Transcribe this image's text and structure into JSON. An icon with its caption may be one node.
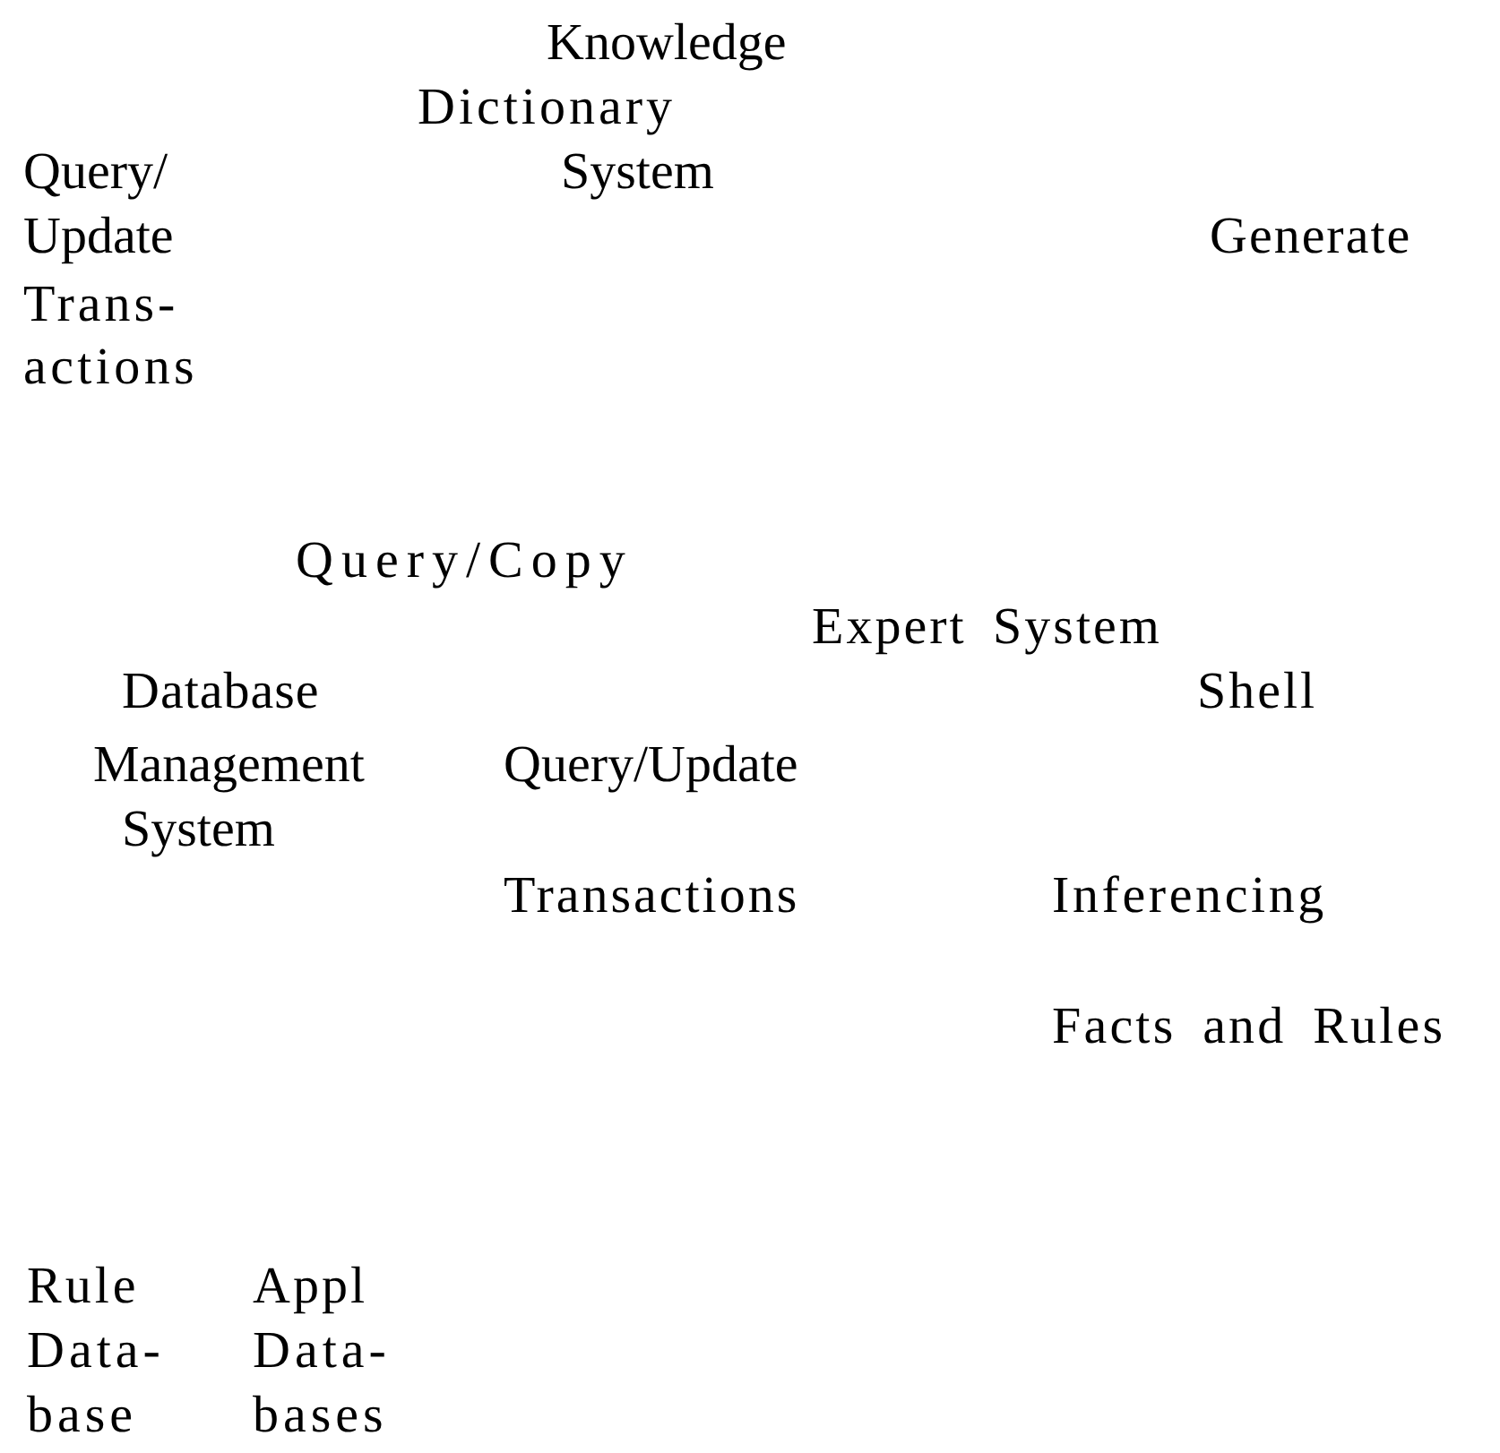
{
  "diagram": {
    "labels": [
      "Knowledge Dictionary System",
      "Query/ Update Trans- actions",
      "Generate",
      "Query/Copy",
      "Expert System Shell",
      "Database Management System",
      "Query/Update",
      "Transactions",
      "Inferencing",
      "Facts and Rules",
      "Rule Data- base",
      "Appl Data- bases"
    ]
  }
}
